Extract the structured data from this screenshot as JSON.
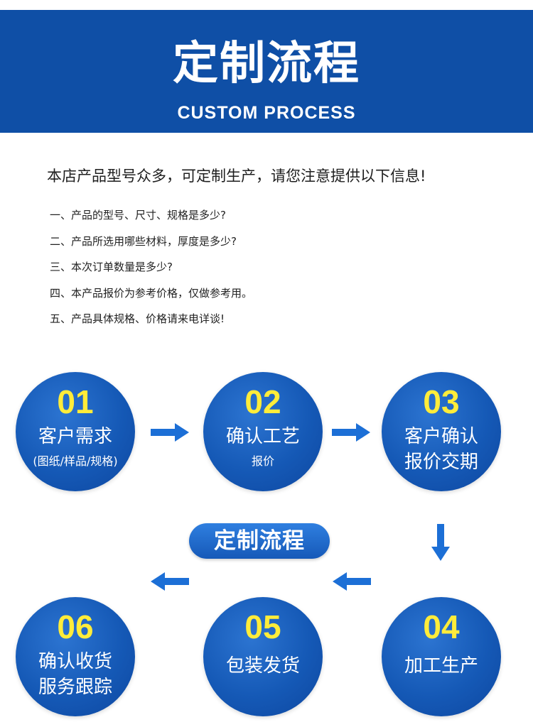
{
  "header": {
    "title": "定制流程",
    "subtitle": "CUSTOM PROCESS"
  },
  "intro": "本店产品型号众多，可定制生产，请您注意提供以下信息!",
  "questions": [
    "一、产品的型号、尺寸、规格是多少?",
    "二、产品所选用哪些材料，厚度是多少?",
    "三、本次订单数量是多少?",
    "四、本产品报价为参考价格，仅做参考用。",
    "五、产品具体规格、价格请来电详谈!"
  ],
  "process_label": "定制流程",
  "steps": [
    {
      "number": "01",
      "line1": "客户需求",
      "line2": "(图纸/样品/规格)"
    },
    {
      "number": "02",
      "line1": "确认工艺",
      "line2": "报价"
    },
    {
      "number": "03",
      "line1": "客户确认",
      "line2": "报价交期"
    },
    {
      "number": "04",
      "line1": "加工生产"
    },
    {
      "number": "05",
      "line1": "包装发货"
    },
    {
      "number": "06",
      "line1": "确认收货",
      "line2": "服务跟踪"
    }
  ],
  "colors": {
    "header_bg": "#0f4fa6",
    "circle": "#1559b6",
    "number": "#ffec3a",
    "arrow": "#1c6fd6"
  }
}
